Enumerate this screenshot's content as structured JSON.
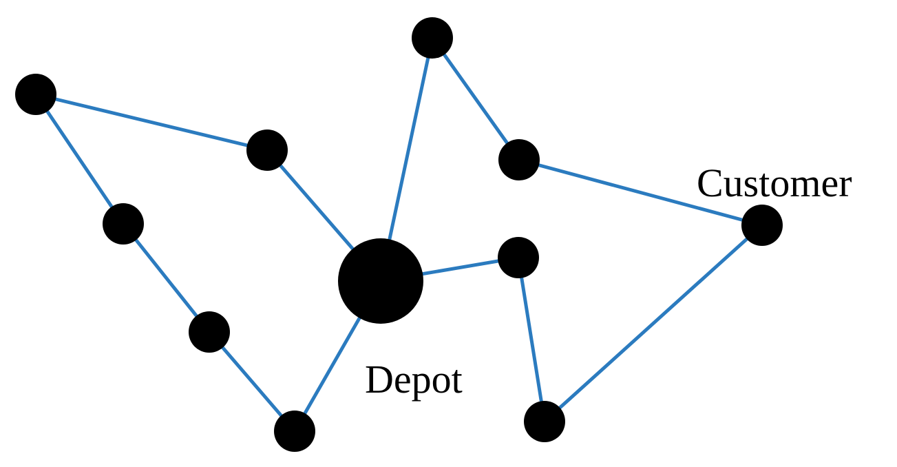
{
  "labels": {
    "depot": "Depot",
    "customer": "Customer"
  },
  "colors": {
    "route": "#2b7bbf",
    "node": "#000000",
    "background": "#ffffff"
  },
  "graph": {
    "depot": "depot",
    "nodes": [
      "depot",
      "c1",
      "c2",
      "c3",
      "c4",
      "c5",
      "c6",
      "c7",
      "c8",
      "c9",
      "c10",
      "c11"
    ],
    "routes": [
      [
        "depot",
        "c2",
        "c1",
        "c3",
        "c4",
        "c5",
        "depot"
      ],
      [
        "depot",
        "c6",
        "c7",
        "c8",
        "c9",
        "c10",
        "c11",
        "depot"
      ]
    ]
  }
}
